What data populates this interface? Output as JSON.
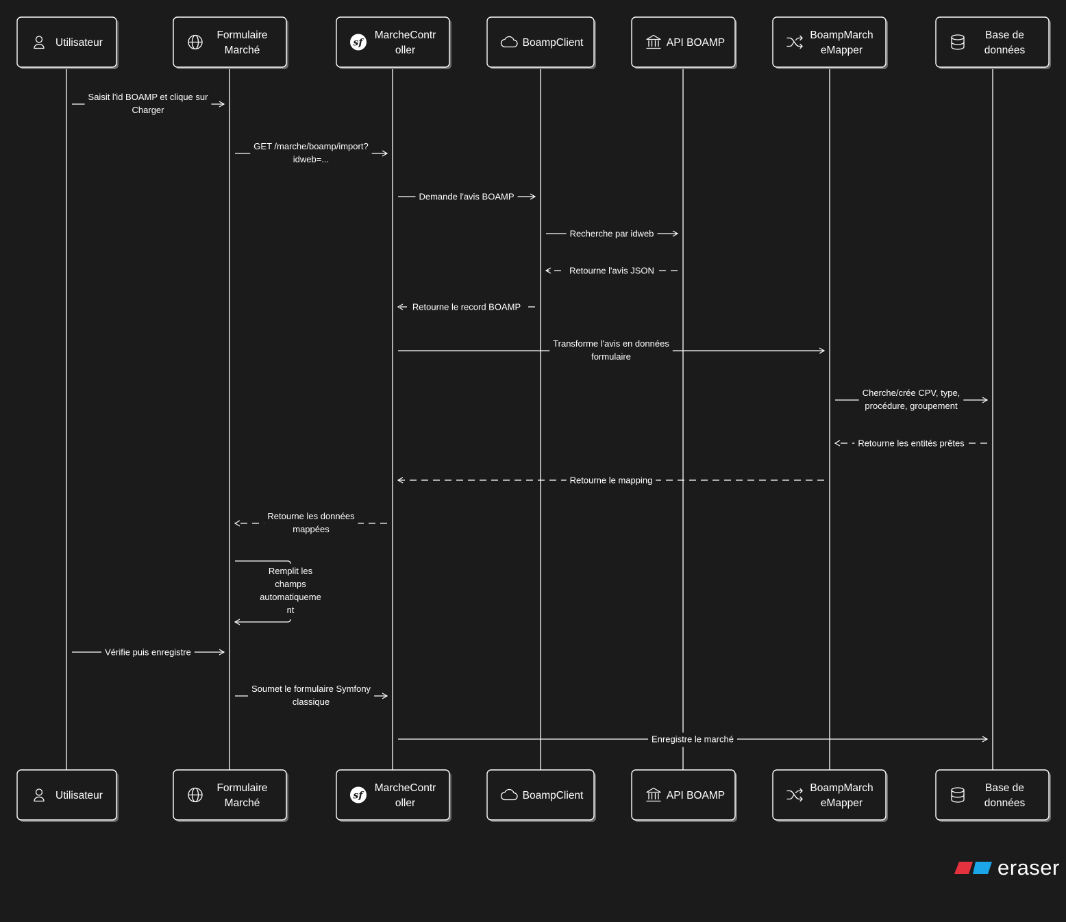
{
  "participants": [
    {
      "id": "user",
      "lines": [
        "Utilisateur"
      ],
      "icon": "user-icon"
    },
    {
      "id": "form",
      "lines": [
        "Formulaire",
        "Marché"
      ],
      "icon": "globe-icon"
    },
    {
      "id": "ctrl",
      "lines": [
        "MarcheContr",
        "oller"
      ],
      "icon": "symfony-icon"
    },
    {
      "id": "client",
      "lines": [
        "BoampClient"
      ],
      "icon": "cloud-icon"
    },
    {
      "id": "api",
      "lines": [
        "API BOAMP"
      ],
      "icon": "bank-icon"
    },
    {
      "id": "mapper",
      "lines": [
        "BoampMarch",
        "eMapper"
      ],
      "icon": "shuffle-icon"
    },
    {
      "id": "db",
      "lines": [
        "Base de",
        "données"
      ],
      "icon": "database-icon"
    }
  ],
  "messages": [
    {
      "from": "user",
      "to": "form",
      "style": "solid",
      "lines": [
        "Saisit l'id BOAMP et clique sur",
        "Charger"
      ]
    },
    {
      "from": "form",
      "to": "ctrl",
      "style": "solid",
      "lines": [
        "GET /marche/boamp/import?",
        "idweb=..."
      ]
    },
    {
      "from": "ctrl",
      "to": "client",
      "style": "solid",
      "lines": [
        "Demande l'avis BOAMP"
      ]
    },
    {
      "from": "client",
      "to": "api",
      "style": "solid",
      "lines": [
        "Recherche par idweb"
      ]
    },
    {
      "from": "api",
      "to": "client",
      "style": "dashed",
      "lines": [
        "Retourne l'avis JSON"
      ]
    },
    {
      "from": "client",
      "to": "ctrl",
      "style": "dashed",
      "lines": [
        "Retourne le record BOAMP"
      ]
    },
    {
      "from": "ctrl",
      "to": "mapper",
      "style": "solid",
      "lines": [
        "Transforme l'avis en données",
        "formulaire"
      ]
    },
    {
      "from": "mapper",
      "to": "db",
      "style": "solid",
      "lines": [
        "Cherche/crée CPV, type,",
        "procédure, groupement"
      ]
    },
    {
      "from": "db",
      "to": "mapper",
      "style": "dashed",
      "lines": [
        "Retourne les entités prêtes"
      ]
    },
    {
      "from": "mapper",
      "to": "ctrl",
      "style": "dashed",
      "lines": [
        "Retourne le mapping"
      ]
    },
    {
      "from": "ctrl",
      "to": "form",
      "style": "dashed",
      "lines": [
        "Retourne les données",
        "mappées"
      ]
    },
    {
      "from": "form",
      "to": "form",
      "style": "solid",
      "self": true,
      "lines": [
        "Remplit les",
        "champs",
        "automatiqueme",
        "nt"
      ]
    },
    {
      "from": "user",
      "to": "form",
      "style": "solid",
      "lines": [
        "Vérifie puis enregistre"
      ]
    },
    {
      "from": "form",
      "to": "ctrl",
      "style": "solid",
      "lines": [
        "Soumet le formulaire Symfony",
        "classique"
      ]
    },
    {
      "from": "ctrl",
      "to": "db",
      "style": "solid",
      "lines": [
        "Enregistre le marché"
      ]
    }
  ],
  "brand": {
    "name": "eraser",
    "colors": [
      "#e5323f",
      "#1aa6e8"
    ]
  }
}
